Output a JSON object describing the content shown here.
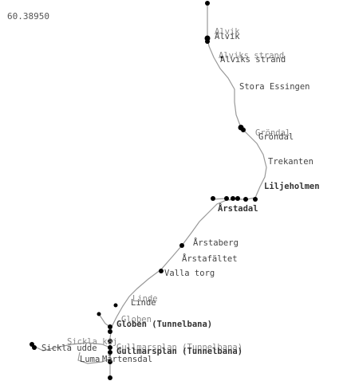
{
  "map": {
    "coordinate_readout": "60.38950",
    "colors": {
      "route_line": "#999999",
      "station_dot": "#000000",
      "label": "#444444"
    },
    "stations": [
      {
        "id": "alvik",
        "label": "Alvik"
      },
      {
        "id": "alviks-strand",
        "label": "Alviks strand"
      },
      {
        "id": "stora-essingen",
        "label": "Stora Essingen"
      },
      {
        "id": "grondal",
        "label": "Gröndal"
      },
      {
        "id": "trekanten",
        "label": "Trekanten"
      },
      {
        "id": "liljeholmen",
        "label": "Liljeholmen"
      },
      {
        "id": "arstadal",
        "label": "Årstadal"
      },
      {
        "id": "arstaberg",
        "label": "Årstaberg"
      },
      {
        "id": "arstafaltet",
        "label": "Årstafältet"
      },
      {
        "id": "valla-torg",
        "label": "Valla torg"
      },
      {
        "id": "linde",
        "label": "Linde"
      },
      {
        "id": "globen",
        "label": "Globen"
      },
      {
        "id": "globen-tunnelbana",
        "label": "Globen (Tunnelbana)"
      },
      {
        "id": "sickla-kaj",
        "label": "Sickla kaj"
      },
      {
        "id": "sickla-udde",
        "label": "Sickla udde"
      },
      {
        "id": "gullmarsplan-tunnelbana",
        "label": "Gullmarsplan (Tunnelbana)"
      },
      {
        "id": "luma",
        "label": "Luma"
      },
      {
        "id": "martensdal",
        "label": "Mårtensdal"
      }
    ]
  }
}
